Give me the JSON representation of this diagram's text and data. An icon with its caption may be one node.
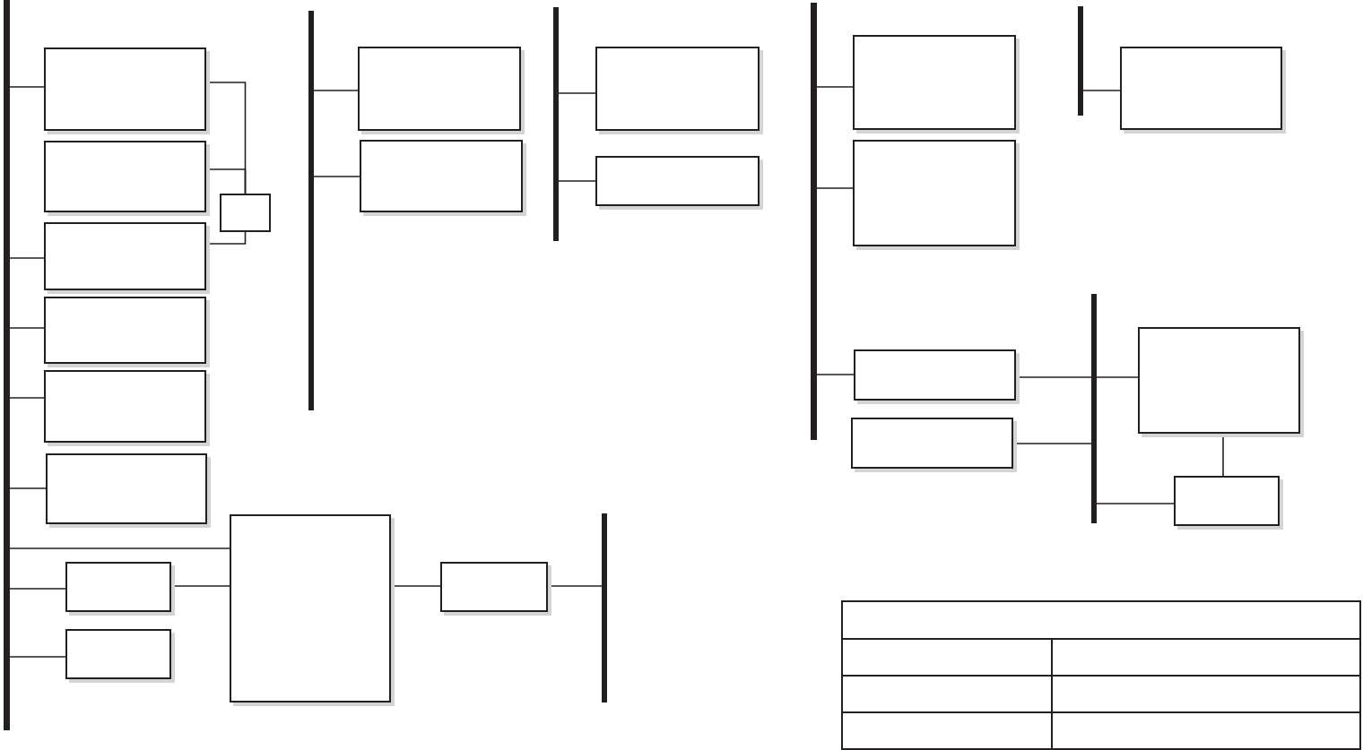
{
  "diagram": {
    "nodes": [
      {
        "text": [],
        "shape": "bar"
      },
      {
        "text": [],
        "shape": "box"
      },
      {
        "text": [],
        "shape": "box"
      },
      {
        "text": [],
        "shape": "box"
      },
      {
        "text": [],
        "shape": "box"
      },
      {
        "text": [],
        "shape": "box"
      },
      {
        "text": [],
        "shape": "box"
      },
      {
        "text": [],
        "shape": "box"
      },
      {
        "text": [],
        "shape": "box"
      },
      {
        "text": [],
        "shape": "box"
      },
      {
        "text": [],
        "shape": "box"
      },
      {
        "text": [],
        "shape": "box"
      },
      {
        "text": [],
        "shape": "bar"
      },
      {
        "text": [],
        "shape": "bar"
      },
      {
        "text": [],
        "shape": "box"
      },
      {
        "text": [],
        "shape": "box"
      },
      {
        "text": [],
        "shape": "bar"
      },
      {
        "text": [],
        "shape": "box"
      },
      {
        "text": [],
        "shape": "box"
      },
      {
        "text": [],
        "shape": "bar"
      },
      {
        "text": [],
        "shape": "box"
      },
      {
        "text": [],
        "shape": "box"
      },
      {
        "text": [],
        "shape": "box"
      },
      {
        "text": [],
        "shape": "box"
      },
      {
        "text": [],
        "shape": "bar"
      },
      {
        "text": [],
        "shape": "box"
      },
      {
        "text": [],
        "shape": "bar"
      },
      {
        "text": [],
        "shape": "box"
      },
      {
        "text": [],
        "shape": "box"
      }
    ],
    "edges": [
      {
        "from": 0,
        "to": 1,
        "arrow": "none"
      },
      {
        "from": 0,
        "to": 4,
        "arrow": "none"
      },
      {
        "from": 0,
        "to": 5,
        "arrow": "none"
      },
      {
        "from": 0,
        "to": 6,
        "arrow": "none"
      },
      {
        "from": 0,
        "to": 7,
        "arrow": "none"
      },
      {
        "from": 0,
        "to": 8,
        "arrow": "none"
      },
      {
        "from": 0,
        "to": 9,
        "arrow": "none"
      },
      {
        "from": 0,
        "to": 10,
        "arrow": "none"
      },
      {
        "from": 1,
        "to": 3,
        "arrow": "none"
      },
      {
        "from": 2,
        "to": 3,
        "arrow": "none"
      },
      {
        "from": 4,
        "to": 3,
        "arrow": "none"
      },
      {
        "from": 9,
        "to": 8,
        "arrow": "none"
      },
      {
        "from": 8,
        "to": 11,
        "arrow": "none"
      },
      {
        "from": 11,
        "to": 12,
        "arrow": "none"
      },
      {
        "from": 13,
        "to": 14,
        "arrow": "none"
      },
      {
        "from": 13,
        "to": 15,
        "arrow": "none"
      },
      {
        "from": 16,
        "to": 17,
        "arrow": "none"
      },
      {
        "from": 16,
        "to": 18,
        "arrow": "none"
      },
      {
        "from": 19,
        "to": 20,
        "arrow": "none"
      },
      {
        "from": 19,
        "to": 21,
        "arrow": "none"
      },
      {
        "from": 19,
        "to": 22,
        "arrow": "none"
      },
      {
        "from": 24,
        "to": 25,
        "arrow": "none"
      },
      {
        "from": 22,
        "to": 26,
        "arrow": "none"
      },
      {
        "from": 26,
        "to": 27,
        "arrow": "none"
      },
      {
        "from": 23,
        "to": 26,
        "arrow": "none"
      },
      {
        "from": 26,
        "to": 28,
        "arrow": "none"
      },
      {
        "from": 27,
        "to": 28,
        "arrow": "none"
      }
    ]
  }
}
